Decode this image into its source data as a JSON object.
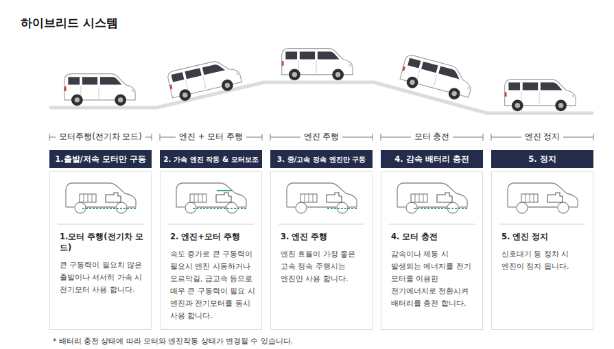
{
  "diagram": {
    "title": "하이브리드 시스템",
    "nodes": [
      {
        "text": [
          "1.출발/저속 모터만 구동"
        ]
      },
      {
        "text": [
          "2. 가속 엔진 작동 & 모터보조"
        ]
      },
      {
        "text": [
          "3. 중/고속 정속 엔진만 구동"
        ]
      },
      {
        "text": [
          "4. 감속 배터리 충전"
        ]
      },
      {
        "text": [
          "5. 정지"
        ]
      },
      {
        "text": [
          "1.모터 주행(전기차 모드)",
          "큰 구동력이 필요치 않은 출발이나 서서히 가속 시 전기모터 사용 합니다."
        ]
      },
      {
        "text": [
          "2. 엔진+모터 주행",
          "속도 증가로 큰 구동력이 필요시 엔진 시동하거나 오르막길, 급고속 등으로 매우 큰 구동력이 필요 시 엔진과 전기모터를 동시 사용 합니다."
        ]
      },
      {
        "text": [
          "3. 엔진 주행",
          "엔진 효율이 가장 좋은 고속 정속 주행시는 엔진만 사용 합니다."
        ]
      },
      {
        "text": [
          "4. 모터 충전",
          "감속이나 제동 시 발생되는 에너지를 전기 모터를 이용한 전기에너지로 전환시켜 배터리를 충전 합니다."
        ]
      },
      {
        "text": [
          "5. 엔진 정지",
          "신호대기 등 정차 시 엔진이 정지 됩니다."
        ]
      }
    ],
    "labels": [
      "모터주행(전기차 모드)",
      "엔진 + 모터 주행",
      "엔진 주행",
      "모터 충전",
      "엔진 정지",
      "* 배터리 충전 상태에 따라 모터와 엔진작동 상태가 변경될 수 있습니다."
    ]
  }
}
